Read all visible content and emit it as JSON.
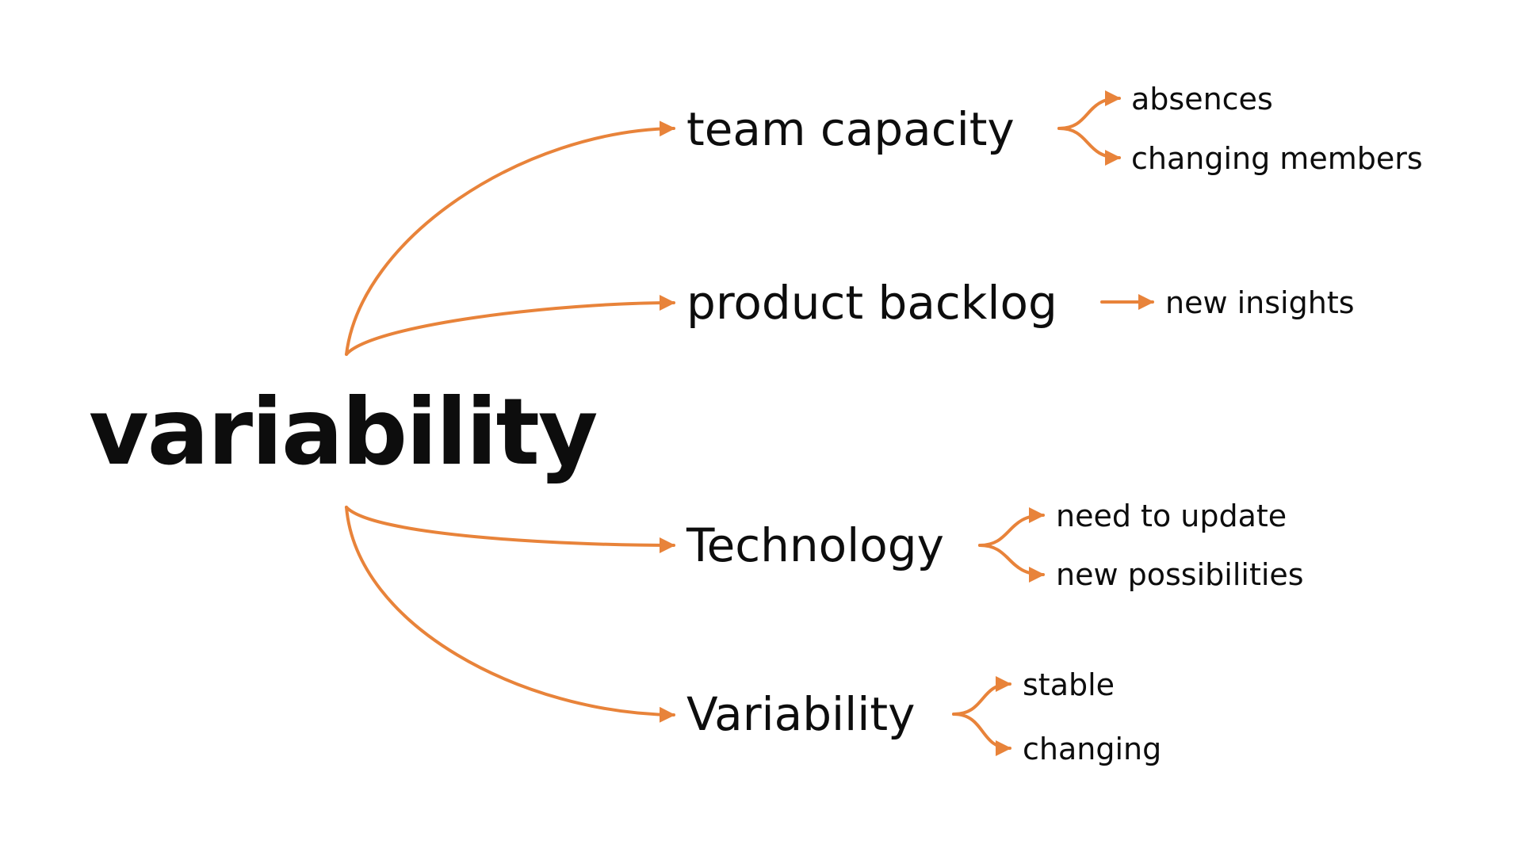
{
  "diagram": {
    "root": {
      "label": "variability"
    },
    "accent_color": "#e8833a",
    "text_color": "#0d0d0d",
    "branches": [
      {
        "label": "team capacity",
        "items": [
          "absences",
          "changing members"
        ]
      },
      {
        "label": "product backlog",
        "items": [
          "new insights"
        ]
      },
      {
        "label": "Technology",
        "items": [
          "need to update",
          "new possibilities"
        ]
      },
      {
        "label": "Variability",
        "items": [
          "stable",
          "changing"
        ]
      }
    ]
  }
}
